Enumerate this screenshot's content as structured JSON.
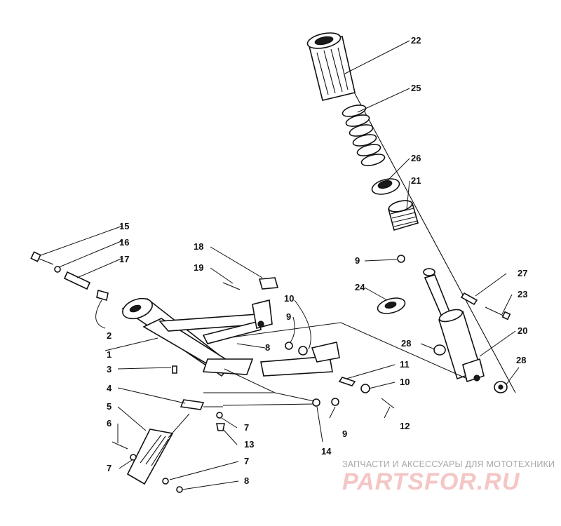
{
  "callouts": {
    "c1": "1",
    "c2": "2",
    "c3": "3",
    "c4": "4",
    "c5": "5",
    "c6": "6",
    "c7a": "7",
    "c7b": "7",
    "c7c": "7",
    "c8a": "8",
    "c8b": "8",
    "c9a": "9",
    "c9b": "9",
    "c9c": "9",
    "c10a": "10",
    "c10b": "10",
    "c11": "11",
    "c12": "12",
    "c13": "13",
    "c14": "14",
    "c15": "15",
    "c16": "16",
    "c17": "17",
    "c18": "18",
    "c19": "19",
    "c20": "20",
    "c21": "21",
    "c22": "22",
    "c23": "23",
    "c24": "24",
    "c25": "25",
    "c26": "26",
    "c27": "27",
    "c28a": "28",
    "c28b": "28"
  },
  "watermark": {
    "subtitle": "ЗАПЧАСТИ И АКСЕССУАРЫ ДЛЯ МОТОТЕХНИКИ",
    "logo": "PARTSFOR.RU"
  }
}
